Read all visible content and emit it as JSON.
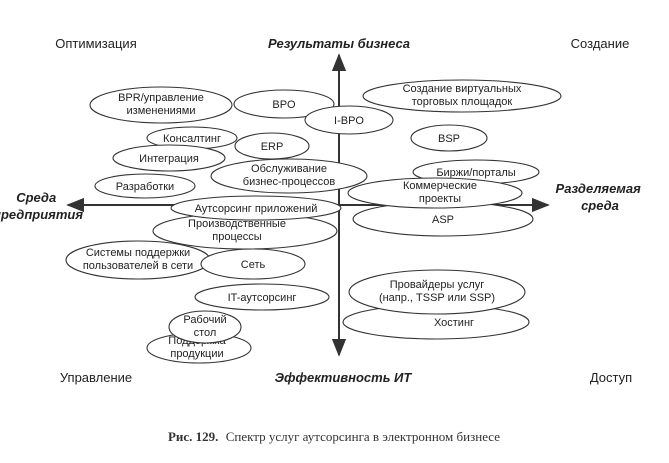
{
  "corners": {
    "top_left": "Оптимизация",
    "top_right": "Создание",
    "bottom_left": "Управление",
    "bottom_right": "Доступ"
  },
  "axes": {
    "top": "Результаты бизнеса",
    "bottom": "Эффективность ИТ",
    "left": [
      "Среда",
      "предприятия"
    ],
    "right": [
      "Разделяемая",
      "среда"
    ]
  },
  "nodes": {
    "bpr": [
      "BPR/управление",
      "изменениями"
    ],
    "bpo": [
      "BPO"
    ],
    "ibpo": [
      "I-BPO"
    ],
    "virtual": [
      "Создание виртуальных",
      "торговых площадок"
    ],
    "consulting": [
      "Консалтинг"
    ],
    "erp": [
      "ERP"
    ],
    "bsp": [
      "BSP"
    ],
    "integration": [
      "Интеграция"
    ],
    "bizproc": [
      "Обслуживание",
      "бизнес-процессов"
    ],
    "exchanges": [
      "Биржи/порталы"
    ],
    "dev": [
      "Разработки"
    ],
    "commercial": [
      "Коммерческие",
      "проекты"
    ],
    "appoutsourcing": [
      "Аутсорсинг приложений"
    ],
    "asp": [
      "ASP"
    ],
    "production": [
      "Производственные",
      "процессы"
    ],
    "usersupport": [
      "Системы поддержки",
      "пользователей в сети"
    ],
    "network": [
      "Сеть"
    ],
    "providers": [
      "Провайдеры услуг",
      "(напр., TSSP или SSP)"
    ],
    "itoutsourcing": [
      "IT-аутсорсинг"
    ],
    "hosting": [
      "Хостинг"
    ],
    "desktop": [
      "Рабочий",
      "стол"
    ],
    "prodsupport": [
      "Поддержка",
      "продукции"
    ]
  },
  "caption": {
    "label": "Рис. 129.",
    "text": "Спектр услуг аутсорсинга в электронном бизнесе"
  }
}
